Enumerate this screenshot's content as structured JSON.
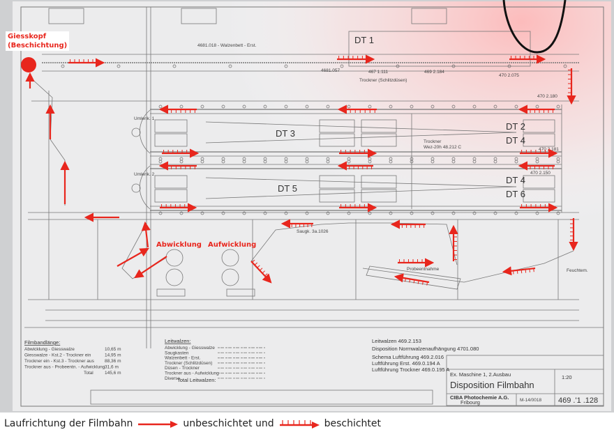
{
  "annotations": {
    "giesskopf_line1": "Giesskopf",
    "giesskopf_line2": "(Beschichtung)",
    "abwicklung": "Abwicklung",
    "aufwicklung": "Aufwicklung"
  },
  "caption": {
    "text1": "Laufrichtung der Filmbahn",
    "text2": "unbeschichtet und",
    "text3": "beschichtet"
  },
  "dryers": {
    "dt1": "DT 1",
    "dt2": "DT 2",
    "dt3": "DT 3",
    "dt4a": "DT 4",
    "dt4b": "DT 4",
    "dt5": "DT 5",
    "dt6": "DT 6"
  },
  "drawing_labels": {
    "walzenbett": "4681.018 - Walzenbett - Erst.",
    "trockner_schlitz": "Trockner (Schlitzdüsen)",
    "trockner": "Trockner",
    "trockner_sub": "Wez-20h  48.212 C",
    "umlenk1": "Umlenk. 1",
    "umlenk2": "Umlenk. 2",
    "saugk": "Saugk. 3a.1026",
    "probe": "Probeentnahme",
    "feuchtem": "Feuchtem.",
    "ref1": "469 2.184",
    "ref2": "470 2.075",
    "ref3": "470 2.180",
    "ref4": "470 2.181",
    "ref5": "470 2.150",
    "ref6": "467 1.111",
    "ref7": "4681.057"
  },
  "filmbandlaenge": {
    "title": "Filmbandlänge:",
    "rows": [
      {
        "label": "Abwicklung - Giesswalze",
        "value": "10,65 m"
      },
      {
        "label": "Giesswalze - Kst.2 - Trockner ein",
        "value": "14,95 m"
      },
      {
        "label": "Trockner ein - Kst.3 - Trockner aus",
        "value": "88,36 m"
      },
      {
        "label": "Trockner aus - Probeentn. - Aufwicklung",
        "value": "31,6 m"
      },
      {
        "label": "Total",
        "value": "145,6 m"
      }
    ]
  },
  "leitwalzen": {
    "title": "Leitwalzen:",
    "rows": [
      "Abwicklung - Giesswalze",
      "Saugkasten",
      "Walzenbett - Erst.",
      "Trockner (Schlitzdüsen)",
      "Düsen - Trockner",
      "Trockner aus - Aufwicklung",
      "Diverse"
    ],
    "total": "Total Leitwalzen:"
  },
  "references": {
    "r1": "Leitwalzen    469.2.153",
    "r2": "Disposition  Normwalzenaufhängung 4701.080",
    "r3": "Schema Luftführung    469.2.016",
    "r4": "Luftführung Erst.      469.0.194 A",
    "r5": "Luftführung Trockner  469.0.195 A"
  },
  "title_block": {
    "machine": "Ex. Maschine 1, 2.Ausbau",
    "title": "Disposition  Filmbahn",
    "company": "CIBA Photochemie A.G.",
    "city": "Fribourg",
    "scale": "1:20",
    "code": "M-14/0018",
    "drawing_no": "469 .'1 .128"
  },
  "colors": {
    "accent": "#e8261d",
    "paper": "#e9e9ea",
    "line": "#6b6b6b"
  }
}
